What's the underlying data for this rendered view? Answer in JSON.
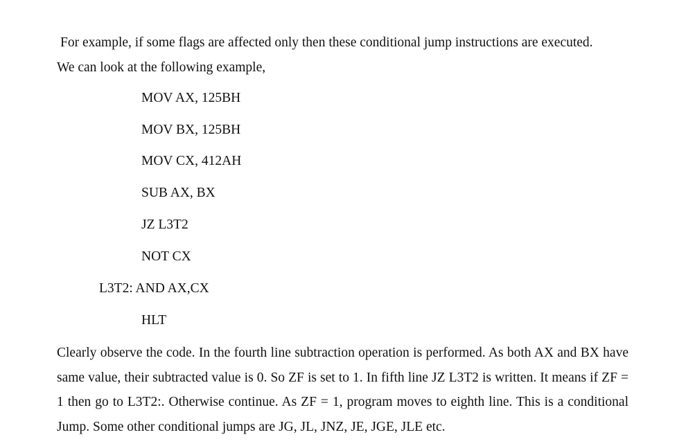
{
  "intro": {
    "line1": "For example, if some flags are affected only then these conditional jump instructions are executed.",
    "line2": "We can look at the following example,"
  },
  "code": [
    {
      "text": "MOV  AX, 125BH"
    },
    {
      "text": "MOV  BX, 125BH"
    },
    {
      "text": "MOV  CX, 412AH"
    },
    {
      "text": "SUB AX, BX"
    },
    {
      "text": "JZ L3T2"
    },
    {
      "text": "NOT CX"
    },
    {
      "text": "L3T2: AND AX,CX"
    },
    {
      "text": "HLT"
    }
  ],
  "outro": {
    "text": "Clearly observe the code. In the fourth line subtraction operation is performed. As both AX and BX have same value, their subtracted value is 0. So ZF is set to 1. In fifth line JZ L3T2 is written. It means if ZF = 1 then go to L3T2:. Otherwise continue. As ZF = 1, program moves to eighth line. This is a conditional Jump. Some other conditional jumps are JG, JL, JNZ, JE, JGE, JLE etc."
  }
}
